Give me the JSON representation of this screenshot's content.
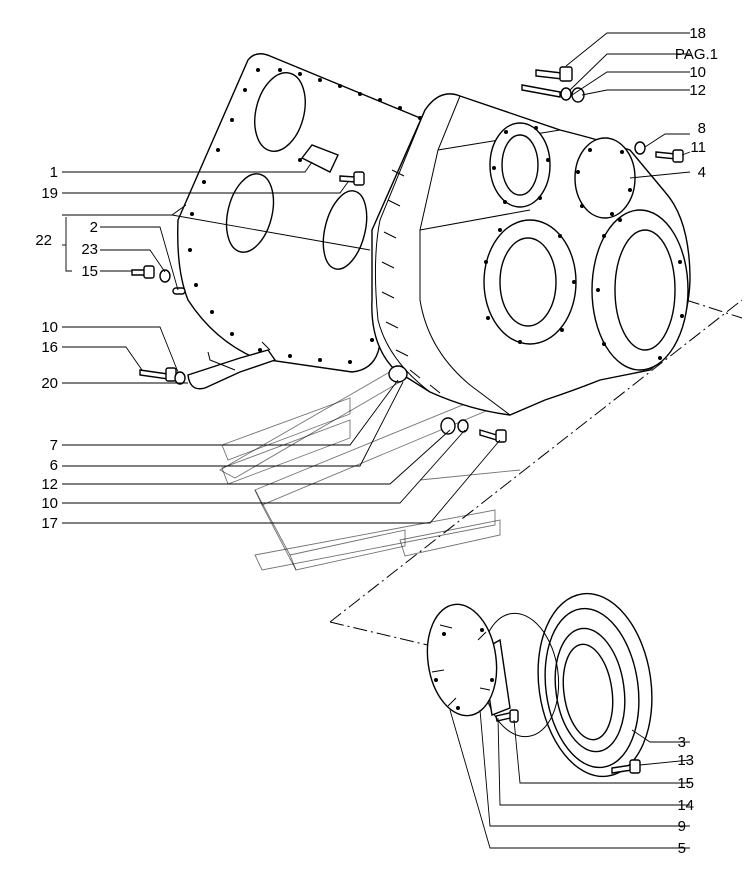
{
  "callouts": {
    "c18": "18",
    "pag1": "PAG.1",
    "c10a": "10",
    "c12a": "12",
    "c8": "8",
    "c11": "11",
    "c4": "4",
    "c1": "1",
    "c19": "19",
    "c2": "2",
    "c22": "22",
    "c23": "23",
    "c15a": "15",
    "c10b": "10",
    "c16": "16",
    "c20": "20",
    "c7": "7",
    "c6": "6",
    "c12b": "12",
    "c10c": "10",
    "c17": "17",
    "c3": "3",
    "c13": "13",
    "c15b": "15",
    "c14": "14",
    "c9": "9",
    "c5": "5"
  }
}
